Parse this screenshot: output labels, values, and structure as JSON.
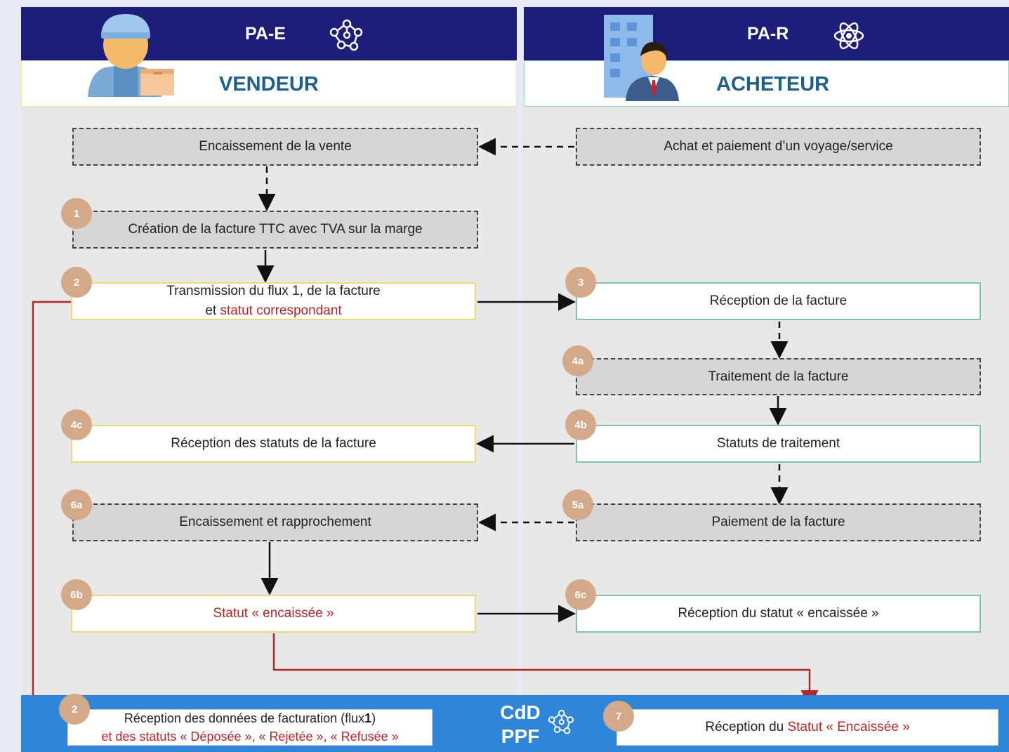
{
  "header": {
    "left_title": "PA-E",
    "right_title": "PA-R",
    "left_role": "VENDEUR",
    "right_role": "ACHETEUR",
    "left_title_icon": "network-nodes-icon",
    "right_title_icon": "atom-icon",
    "left_avatar_icon": "delivery-person-icon",
    "right_avatar_icon": "businessman-building-icon"
  },
  "steps": {
    "encaissement_vente": "Encaissement de la vente",
    "achat_paiement": "Achat et paiement d’un voyage/service",
    "creation_facture": "Création de la facture TTC avec TVA sur la marge",
    "transmission_line1": "Transmission du flux 1, de la facture",
    "transmission_line2_pre": "et ",
    "transmission_line2_red": "statut correspondant",
    "reception_facture": "Réception de la facture",
    "traitement_facture": "Traitement de la facture",
    "statuts_traitement": "Statuts de traitement",
    "reception_statuts": "Réception des statuts de la facture",
    "encaissement_rapprochement": "Encaissement et rapprochement",
    "paiement_facture": "Paiement de la facture",
    "statut_encaissee": "Statut « encaissée »",
    "reception_statut_encaissee": "Réception du statut « encaissée »"
  },
  "badges": {
    "b1": "1",
    "b2": "2",
    "b3": "3",
    "b4a": "4a",
    "b4b": "4b",
    "b4c": "4c",
    "b5a": "5a",
    "b6a": "6a",
    "b6b": "6b",
    "b6c": "6c",
    "b2_bottom": "2",
    "b7": "7"
  },
  "bottom": {
    "left_line1_pre": "Réception des données de facturation (flux",
    "left_line1_bold": "1",
    "left_line1_post": ")",
    "left_line2": "et des statuts « Déposée », « Rejetée », « Refusée »",
    "center_line1": "CdD",
    "center_line2": "PPF",
    "center_icon": "network-nodes-icon",
    "right_pre": "Réception du ",
    "right_red": "Statut « Encaissée »"
  },
  "colors": {
    "header": "#1d1d7a",
    "role_text": "#1f5f8b",
    "bottom_band": "#2f86d9",
    "badge": "#d4a98a",
    "red_text": "#b3262a",
    "seller_border": "#eadc7a",
    "buyer_border": "#7fc3a8"
  }
}
